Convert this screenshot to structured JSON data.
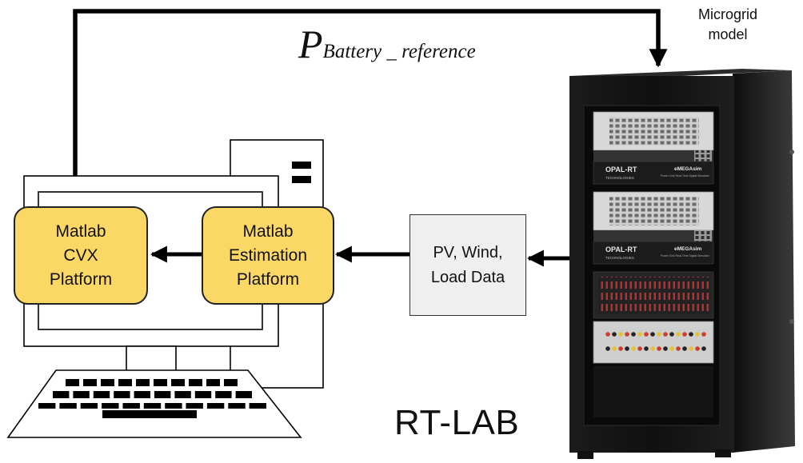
{
  "labels": {
    "microgrid_model": "Microgrid\nmodel",
    "signal_main": "P",
    "signal_subscript": "Battery _ reference",
    "rt_lab": "RT-LAB"
  },
  "blocks": {
    "cvx": "Matlab\nCVX\nPlatform",
    "estimation": "Matlab\nEstimation\nPlatform",
    "data": "PV, Wind,\nLoad Data"
  },
  "rack": {
    "brand": "OPAL-RT",
    "brand_sub": "TECHNOLOGIES",
    "model": "eMEGAsim",
    "model_sub": "Power Grid Real-Time Digital Simulator"
  },
  "colors": {
    "block_fill": "#fbd865",
    "data_fill": "#efefef",
    "line": "#000000",
    "rack": "#1a1a1a"
  }
}
